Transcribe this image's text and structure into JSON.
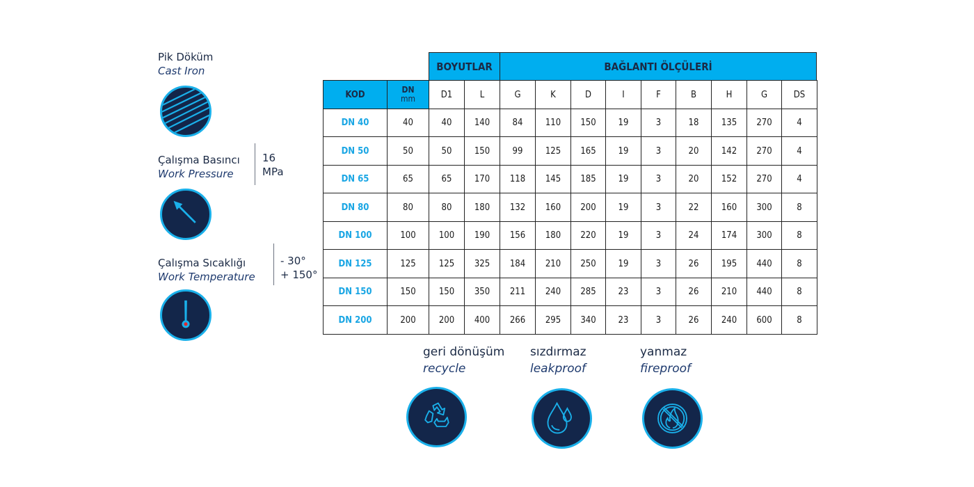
{
  "specs": {
    "material": {
      "tr": "Pik Döküm",
      "en": "Cast Iron",
      "icon": "cast-iron-icon"
    },
    "pressure": {
      "tr": "Çalışma Basıncı",
      "en": "Work Pressure",
      "value_line1": "16",
      "value_line2": "MPa",
      "icon": "pressure-gauge-icon"
    },
    "temperature": {
      "tr": "Çalışma Sıcaklığı",
      "en": "Work Temperature",
      "value_line1": "- 30°",
      "value_line2": "+ 150°",
      "icon": "thermometer-icon"
    }
  },
  "table": {
    "group_headers": {
      "dimensions": "BOYUTLAR",
      "connection": "BAĞLANTI ÖLÇÜLERİ"
    },
    "columns": {
      "kod": "KOD",
      "dn_line1": "DN",
      "dn_line2": "mm",
      "dimension_cols": [
        "D1",
        "L"
      ],
      "connection_cols": [
        "G",
        "K",
        "D",
        "I",
        "F",
        "B",
        "H",
        "G",
        "DS"
      ]
    },
    "rows": [
      {
        "kod": "DN 40",
        "values": [
          "40",
          "40",
          "140",
          "84",
          "110",
          "150",
          "19",
          "3",
          "18",
          "135",
          "270",
          "4"
        ]
      },
      {
        "kod": "DN 50",
        "values": [
          "50",
          "50",
          "150",
          "99",
          "125",
          "165",
          "19",
          "3",
          "20",
          "142",
          "270",
          "4"
        ]
      },
      {
        "kod": "DN 65",
        "values": [
          "65",
          "65",
          "170",
          "118",
          "145",
          "185",
          "19",
          "3",
          "20",
          "152",
          "270",
          "4"
        ]
      },
      {
        "kod": "DN 80",
        "values": [
          "80",
          "80",
          "180",
          "132",
          "160",
          "200",
          "19",
          "3",
          "22",
          "160",
          "300",
          "8"
        ]
      },
      {
        "kod": "DN 100",
        "values": [
          "100",
          "100",
          "190",
          "156",
          "180",
          "220",
          "19",
          "3",
          "24",
          "174",
          "300",
          "8"
        ]
      },
      {
        "kod": "DN 125",
        "values": [
          "125",
          "125",
          "325",
          "184",
          "210",
          "250",
          "19",
          "3",
          "26",
          "195",
          "440",
          "8"
        ]
      },
      {
        "kod": "DN 150",
        "values": [
          "150",
          "150",
          "350",
          "211",
          "240",
          "285",
          "23",
          "3",
          "26",
          "210",
          "440",
          "8"
        ]
      },
      {
        "kod": "DN 200",
        "values": [
          "200",
          "200",
          "400",
          "266",
          "295",
          "340",
          "23",
          "3",
          "26",
          "240",
          "600",
          "8"
        ]
      }
    ]
  },
  "features": [
    {
      "tr": "geri dönüşüm",
      "en": "recycle",
      "icon": "recycle-icon"
    },
    {
      "tr": "sızdırmaz",
      "en": "leakproof",
      "icon": "water-drop-icon"
    },
    {
      "tr": "yanmaz",
      "en": "fireproof",
      "icon": "no-fire-icon"
    }
  ],
  "colors": {
    "accent": "#00aeef",
    "badge_bg": "#13264a",
    "badge_ring": "#1ab0ea",
    "kod_text": "#1aa6e4",
    "thermo_dot": "#e0282e"
  }
}
